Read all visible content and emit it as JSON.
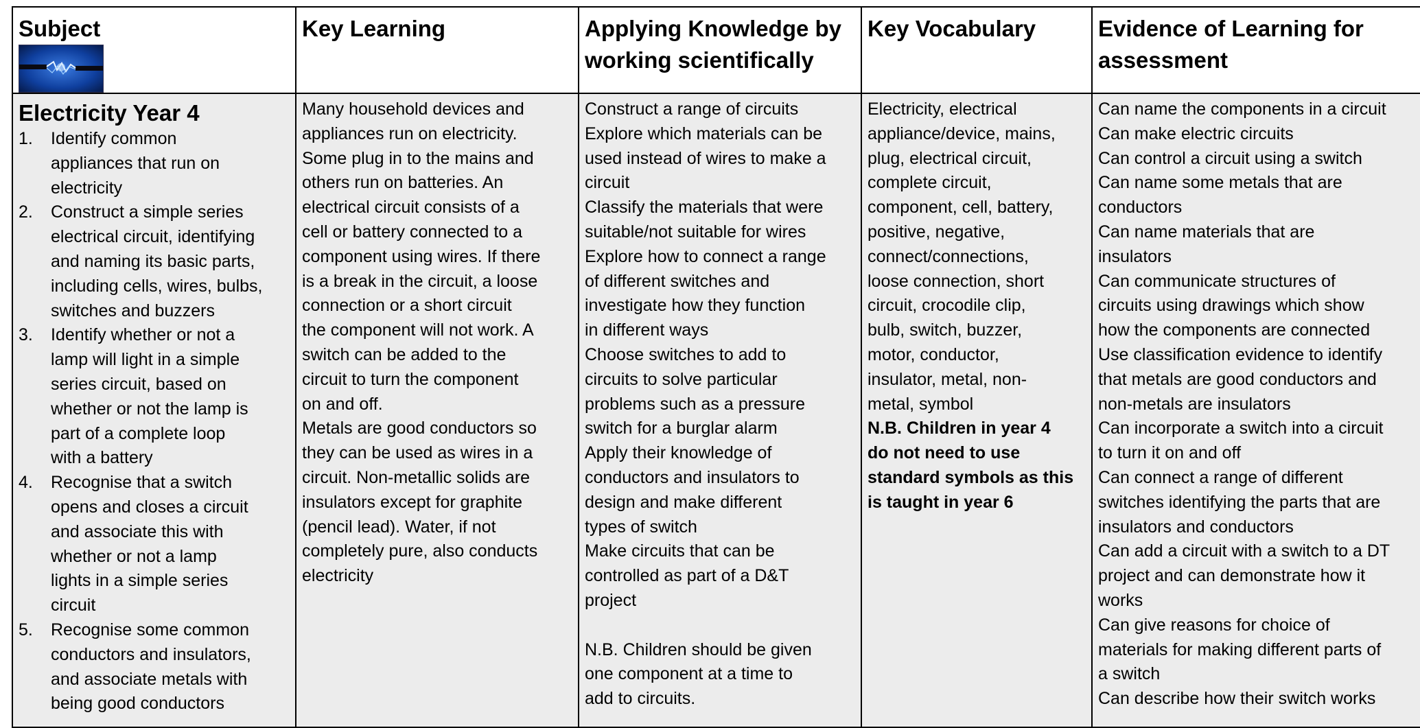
{
  "headers": {
    "subject": "Subject",
    "key_learning": "Key Learning",
    "applying_line1": "Applying Knowledge by",
    "applying_line2": "working scientifically",
    "key_vocabulary": "Key Vocabulary",
    "evidence_line1": "Evidence of Learning for",
    "evidence_line2": "assessment"
  },
  "subject": {
    "image_alt": "electricity-spark-image",
    "unit_title": "Electricity Year 4",
    "objectives": [
      {
        "num": "1.",
        "lines": [
          "Identify common",
          "appliances that run on",
          "electricity"
        ]
      },
      {
        "num": "2.",
        "lines": [
          "Construct a simple series",
          "electrical circuit, identifying",
          "and naming its basic parts,",
          "including cells, wires, bulbs,",
          "switches and buzzers"
        ]
      },
      {
        "num": "3.",
        "lines": [
          "Identify whether or not a",
          "lamp will light in a simple",
          "series circuit, based on",
          "whether or not the lamp is",
          "part of a complete loop",
          "with a battery"
        ]
      },
      {
        "num": "4.",
        "lines": [
          "Recognise that a switch",
          "opens and closes a circuit",
          "and associate this with",
          "whether or not a lamp",
          "lights in a simple series",
          "circuit"
        ]
      },
      {
        "num": "5.",
        "lines": [
          "Recognise some common",
          "conductors and insulators,",
          "and associate metals with",
          "being good conductors"
        ]
      }
    ]
  },
  "key_learning": {
    "lines": [
      "Many household devices and",
      "appliances run on electricity.",
      "Some plug in to the mains and",
      "others run on batteries. An",
      "electrical circuit consists of a",
      "cell or battery connected to a",
      "component using wires. If there",
      "is a break in the circuit, a loose",
      "connection or a short circuit",
      "the component will not work. A",
      "switch can be added to the",
      "circuit to turn the component",
      "on and off.",
      "Metals are good conductors so",
      "they can be used as wires in a",
      "circuit. Non-metallic solids are",
      "insulators except for graphite",
      "(pencil lead).  Water, if not",
      "completely pure, also conducts",
      "electricity"
    ]
  },
  "applying": {
    "lines": [
      "Construct a range of circuits",
      "Explore which materials can be",
      "used instead of wires to make a",
      "circuit",
      "Classify the materials that were",
      "suitable/not suitable for wires",
      "Explore how to connect a range",
      "of different switches and",
      "investigate how they function",
      "in different ways",
      "Choose switches to add to",
      "circuits to solve particular",
      "problems such as a pressure",
      "switch for a burglar alarm",
      "Apply their knowledge of",
      "conductors and insulators to",
      "design and make different",
      "types of switch",
      "Make circuits that can be",
      "controlled as part of a D&T",
      "project"
    ],
    "note_lines": [
      "N.B. Children should be given",
      "one component at a time to",
      "add to circuits."
    ]
  },
  "vocabulary": {
    "lines": [
      "Electricity, electrical",
      "appliance/device, mains,",
      "plug, electrical circuit,",
      "complete circuit,",
      "component, cell, battery,",
      "positive, negative,",
      "connect/connections,",
      "loose connection, short",
      "circuit, crocodile clip,",
      "bulb, switch, buzzer,",
      "motor, conductor,",
      "insulator, metal, non-",
      "metal, symbol"
    ],
    "note_lines": [
      "N.B. Children in year 4",
      "do not need to use",
      "standard symbols as this",
      "is taught in year 6"
    ]
  },
  "evidence": {
    "lines": [
      "Can name the components in a circuit",
      "Can make electric circuits",
      "Can control a circuit using a switch",
      "Can name some metals that are",
      "conductors",
      "Can name materials that are",
      "insulators",
      "Can communicate structures of",
      "circuits using drawings which show",
      "how the components are connected",
      "Use classification evidence to identify",
      "that metals are good conductors and",
      "non-metals are insulators",
      "Can incorporate a switch into a circuit",
      "to turn it on and off",
      "Can connect a range of different",
      "switches identifying the parts that are",
      "insulators and conductors",
      "Can add a circuit with a switch to a DT",
      "project and can demonstrate how it",
      "works",
      "Can give reasons for choice of",
      "materials for making different parts of",
      "a switch",
      "Can describe how their switch works"
    ]
  }
}
